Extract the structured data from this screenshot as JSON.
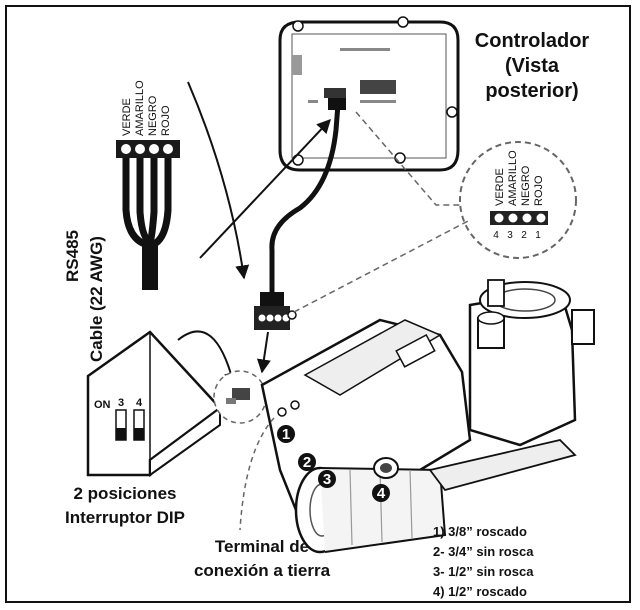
{
  "controller_label": {
    "line1": "Controlador",
    "line2": "(Vista",
    "line3": "posterior)"
  },
  "cable_label": {
    "line1": "RS485",
    "line2": "Cable (22 AWG)"
  },
  "wire_colors": [
    "VERDE",
    "AMARILLO",
    "NEGRO",
    "ROJO"
  ],
  "terminal_numbers": [
    "4",
    "3",
    "2",
    "1"
  ],
  "dip_switch": {
    "on_label": "ON",
    "pos3": "3",
    "pos4": "4"
  },
  "dip_caption": {
    "line1": "2 posiciones",
    "line2": "Interruptor DIP"
  },
  "ground_caption": {
    "line1": "Terminal de",
    "line2": "conexión a tierra"
  },
  "port_markers": [
    "1",
    "2",
    "3",
    "4"
  ],
  "port_list": [
    "1) 3/8” roscado",
    "2- 3/4” sin rosca",
    "3- 1/2” sin rosca",
    "4) 1/2” roscado"
  ]
}
